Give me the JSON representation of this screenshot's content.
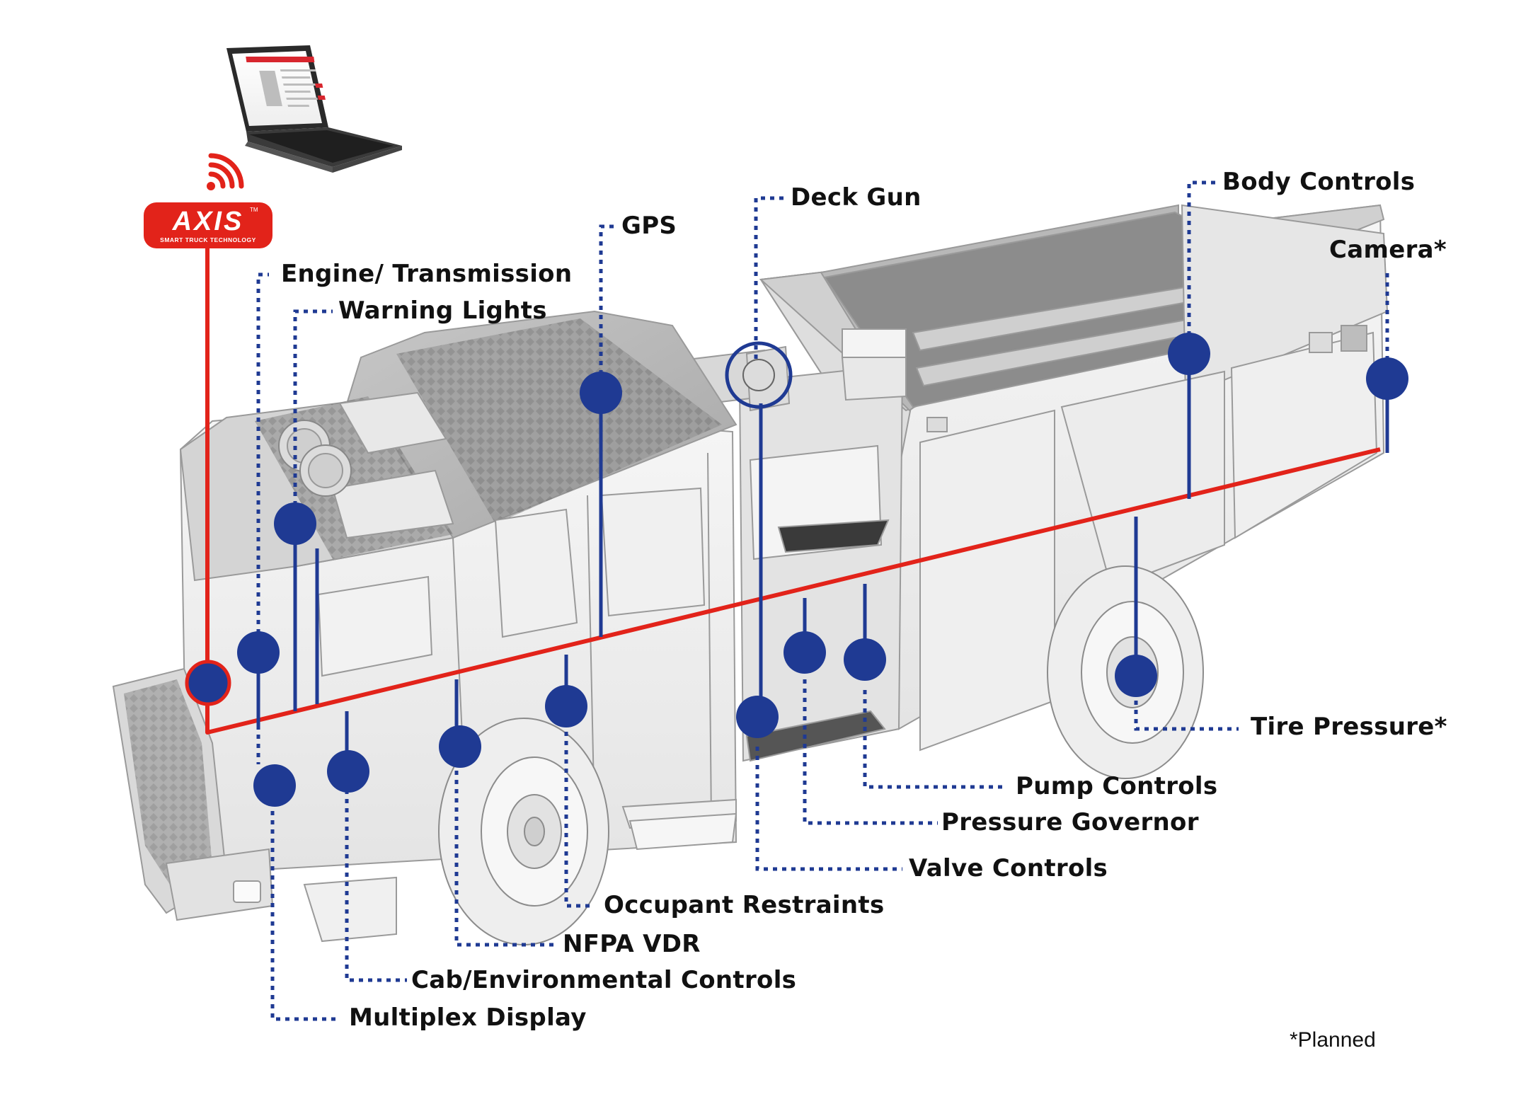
{
  "brand": {
    "name": "AXIS",
    "tm": "TM",
    "tagline": "SMART TRUCK TECHNOLOGY",
    "color": "#e2231a"
  },
  "colors": {
    "network_line": "#e2231a",
    "node": "#1f3a93",
    "truck_fill": "#f2f2f2",
    "truck_stroke": "#9a9a9a"
  },
  "icons": [
    "laptop-icon",
    "wifi-icon",
    "axis-logo",
    "fire-truck-illustration"
  ],
  "labels": {
    "engine_transmission": "Engine/ Transmission",
    "warning_lights": "Warning Lights",
    "gps": "GPS",
    "deck_gun": "Deck Gun",
    "body_controls": "Body Controls",
    "camera": "Camera*",
    "tire_pressure": "Tire Pressure*",
    "pump_controls": "Pump Controls",
    "pressure_governor": "Pressure Governor",
    "valve_controls": "Valve Controls",
    "occupant_restraints": "Occupant Restraints",
    "nfpa_vdr": "NFPA VDR",
    "cab_environmental": "Cab/Environmental Controls",
    "multiplex_display": "Multiplex Display"
  },
  "footnote": "*Planned"
}
